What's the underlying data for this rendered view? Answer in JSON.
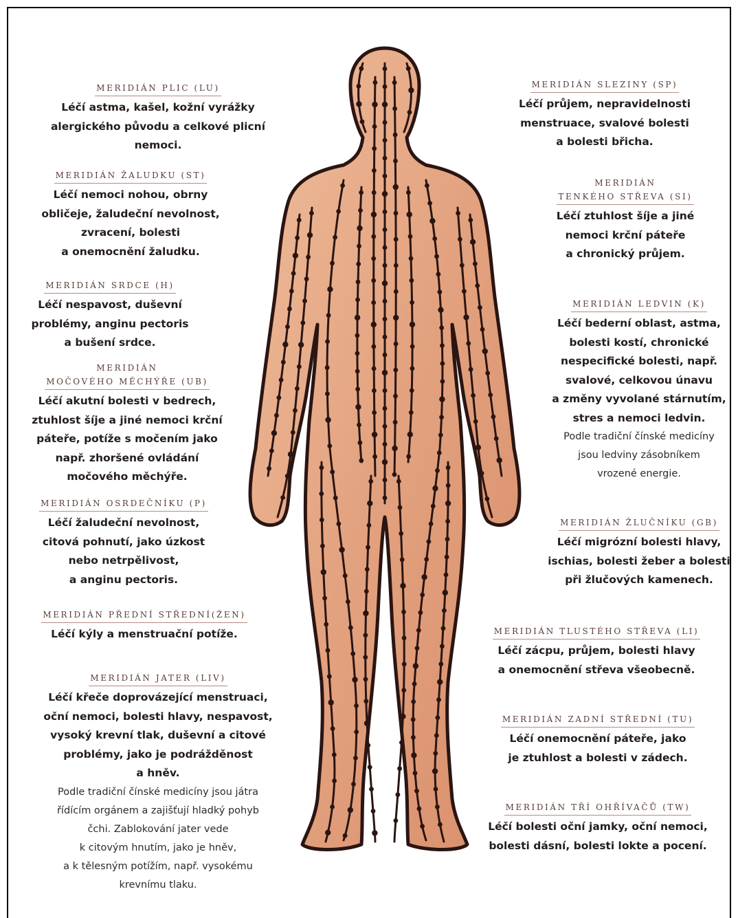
{
  "left": [
    {
      "title": "MERIDIÁN PLIC (LU)",
      "desc": "Léčí astma, kašel, kožní vyrážky\nalergického původu a celkové plicní\nnemoci."
    },
    {
      "title": "MERIDIÁN ŽALUDKU (ST)",
      "desc": "Léčí nemoci nohou, obrny\nobličeje, žaludeční nevolnost,\nzvracení, bolesti\na onemocnění žaludku."
    },
    {
      "title": "MERIDIÁN SRDCE (H)",
      "desc": "Léčí nespavost, duševní\nproblémy, anginu pectoris\na bušení srdce."
    },
    {
      "title_line1": "MERIDIÁN",
      "title": "MOČOVÉHO MĚCHÝŘE (UB)",
      "desc": "Léčí akutní bolesti v bedrech,\nztuhlost šíje a jiné nemoci krční\npáteře, potíže s močením jako\nnapř. zhoršené ovládání\nmočového měchýře."
    },
    {
      "title": "MERIDIÁN OSRDEČNÍKU (P)",
      "desc": "Léčí žaludeční nevolnost,\ncitová pohnutí, jako úzkost\nnebo netrpělivost,\na anginu pectoris."
    },
    {
      "title": "MERIDIÁN PŘEDNÍ STŘEDNÍ(ŽEN)",
      "desc": "Léčí kýly a menstruační potíže."
    },
    {
      "title": "MERIDIÁN JATER (LIV)",
      "desc": "Léčí křeče doprovázející menstruaci,\noční nemoci, bolesti hlavy, nespavost,\nvysoký krevní tlak, duševní a citové\nproblémy, jako je podrážděnost\na hněv.",
      "note": "Podle tradiční čínské medicíny jsou játra\nřídícím orgánem a zajišťují hladký pohyb\nčchi. Zablokování jater vede\nk citovým hnutím, jako je hněv,\na k tělesným potížím, např. vysokému\nkrevnímu tlaku."
    }
  ],
  "right": [
    {
      "title": "MERIDIÁN SLEZINY (SP)",
      "desc": "Léčí průjem, nepravidelnosti\nmenstruace, svalové bolesti\na bolesti břicha."
    },
    {
      "title_line1": "MERIDIÁN",
      "title": "TENKÉHO STŘEVA (SI)",
      "desc": "Léčí ztuhlost šíje a jiné\nnemoci krční páteře\na chronický průjem."
    },
    {
      "title": "MERIDIÁN LEDVIN (K)",
      "desc": "Léčí bederní oblast, astma,\nbolesti kostí, chronické\nnespecifické bolesti, např.\nsvalové, celkovou únavu\na změny vyvolané stárnutím,\nstres a nemoci ledvin.",
      "note": "Podle tradiční čínské medicíny\njsou ledviny zásobníkem\nvrozené energie."
    },
    {
      "title": "MERIDIÁN ŽLUČNÍKU (GB)",
      "desc": "Léčí migrózní bolesti hlavy,\nischias, bolesti žeber a bolesti\npři žlučových kamenech."
    },
    {
      "title": "MERIDIÁN TLUSTÉHO STŘEVA (LI)",
      "desc": "Léčí zácpu, průjem, bolesti hlavy\na onemocnění střeva všeobecně."
    },
    {
      "title": "MERIDIÁN ZADNÍ STŘEDNÍ (TU)",
      "desc": "Léčí onemocnění páteře, jako\nje ztuhlost a bolesti v zádech."
    },
    {
      "title": "MERIDIÁN TŘÍ OHŘÍVAČŮ (TW)",
      "desc": "Léčí bolesti oční jamky, oční nemoci,\nbolesti dásní, bolesti lokte a pocení."
    }
  ],
  "colors": {
    "skin": "#e3a27f",
    "skin_light": "#efbd9c",
    "ink": "#2a1512",
    "paper": "#ffffff"
  }
}
